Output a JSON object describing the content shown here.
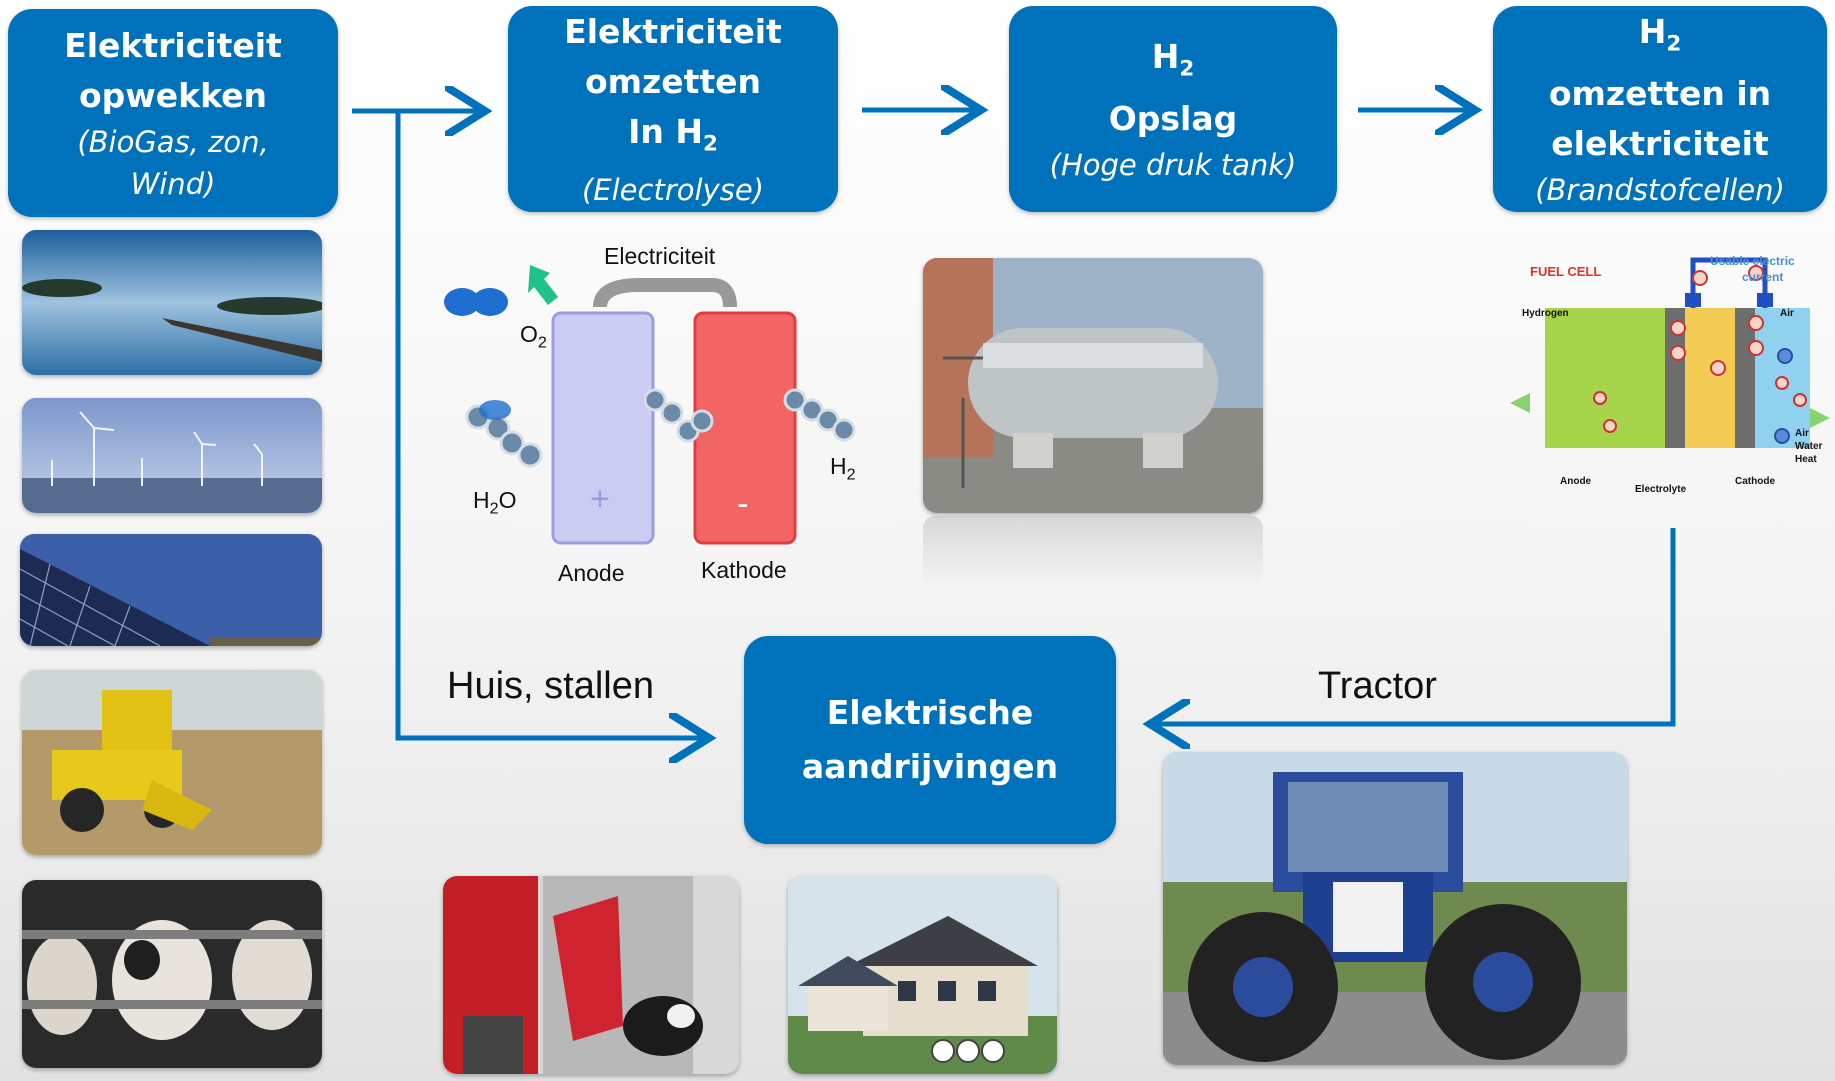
{
  "steps": {
    "step1": {
      "line1": "Elektriciteit",
      "line2": "opwekken",
      "sub1": "(BioGas, zon,",
      "sub2": "Wind)"
    },
    "step2": {
      "line1": "Elektriciteit",
      "line2": "omzetten",
      "line3_prefix": "In H",
      "line3_sub": "2",
      "sub": "(Electrolyse)"
    },
    "step3": {
      "h": "H",
      "h_sub": "2",
      "line2": "Opslag",
      "sub": "(Hoge druk tank)"
    },
    "step4": {
      "h": "H",
      "h_sub": "2",
      "line2": "omzetten in",
      "line3": "elektriciteit",
      "sub": "(Brandstofcellen)"
    },
    "drive": {
      "line1": "Elektrische",
      "line2": "aandrijvingen"
    }
  },
  "labels": {
    "huis": "Huis, stallen",
    "tractor": "Tractor"
  },
  "electrolysis": {
    "electricity": "Electriciteit",
    "o2": "O",
    "o2_sub": "2",
    "h2o_pre": "H",
    "h2o_sub": "2",
    "h2o_post": "O",
    "h2": "H",
    "h2_sub": "2",
    "anode": "Anode",
    "kathode": "Kathode",
    "plus": "+",
    "minus": "-"
  },
  "fuelcell": {
    "title": "FUEL CELL",
    "usable": "Usable electric",
    "current": "current",
    "hydrogen": "Hydrogen",
    "air": "Air",
    "air_out": "Air",
    "water": "Water",
    "heat": "Heat",
    "anode": "Anode",
    "electrolyte": "Electrolyte",
    "cathode": "Cathode"
  },
  "colors": {
    "box": "#0072bc",
    "arrow": "#0072bc",
    "anode": "#ccccf2",
    "kathode": "#f36565"
  }
}
